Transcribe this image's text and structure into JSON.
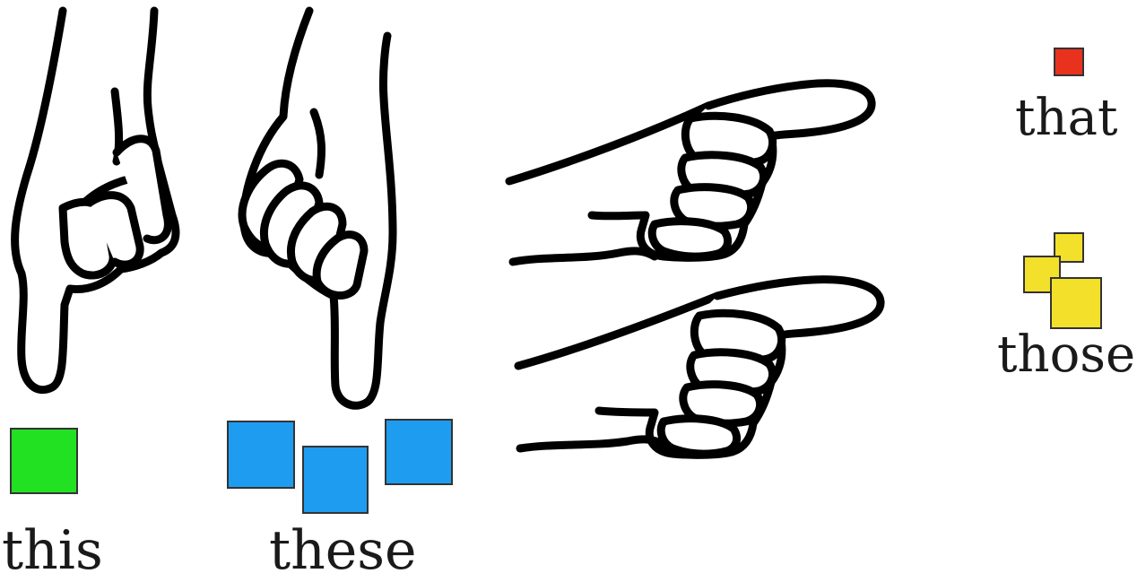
{
  "labels": {
    "this": "this",
    "these": "these",
    "that": "that",
    "those": "those"
  },
  "colors": {
    "this_square": "#22e022",
    "these_squares": "#1e9cf0",
    "that_square": "#e8321e",
    "those_squares": "#f2e02a",
    "outline": "#000000"
  },
  "objects": {
    "this_count": 1,
    "these_count": 3,
    "that_count": 1,
    "those_count": 3
  }
}
